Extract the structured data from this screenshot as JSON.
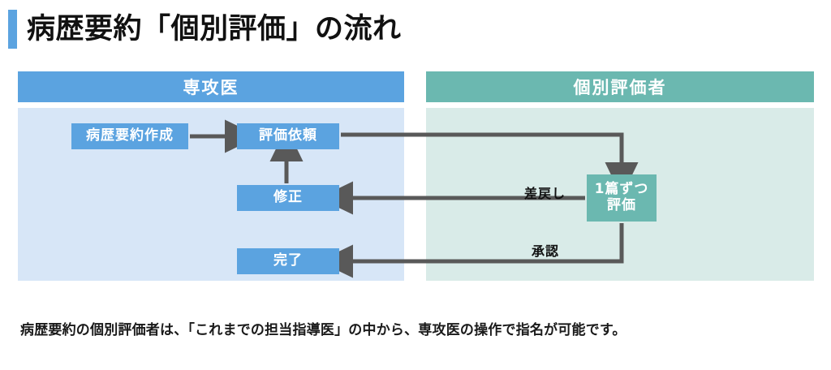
{
  "title": {
    "text": "病歴要約「個別評価」の流れ",
    "accent_color": "#5BA3E0"
  },
  "lanes": [
    {
      "id": "trainee",
      "header": "専攻医",
      "header_color": "#5BA3E0",
      "body_color": "#D7E6F7"
    },
    {
      "id": "assessor",
      "header": "個別評価者",
      "header_color": "#6BB8B0",
      "body_color": "#D9EBE8"
    }
  ],
  "nodes": {
    "create": {
      "label": "病歴要約作成",
      "color": "#5BA3E0",
      "lane": "trainee"
    },
    "request": {
      "label": "評価依頼",
      "color": "#5BA3E0",
      "lane": "trainee"
    },
    "revise": {
      "label": "修正",
      "color": "#5BA3E0",
      "lane": "trainee"
    },
    "done": {
      "label": "完了",
      "color": "#5BA3E0",
      "lane": "trainee"
    },
    "evaluate": {
      "line1": "1篇ずつ",
      "line2": "評価",
      "color": "#6BB8B0",
      "lane": "assessor"
    }
  },
  "edges": [
    {
      "from": "create",
      "to": "request",
      "label": ""
    },
    {
      "from": "request",
      "to": "evaluate",
      "label": ""
    },
    {
      "from": "evaluate",
      "to": "revise",
      "label": "差戻し"
    },
    {
      "from": "evaluate",
      "to": "done",
      "label": "承認"
    },
    {
      "from": "revise",
      "to": "request",
      "label": ""
    }
  ],
  "edge_labels": {
    "return": "差戻し",
    "approve": "承認"
  },
  "connector_color": "#595959",
  "caption": "病歴要約の個別評価者は、「これまでの担当指導医」の中から、専攻医の操作で指名が可能です。"
}
